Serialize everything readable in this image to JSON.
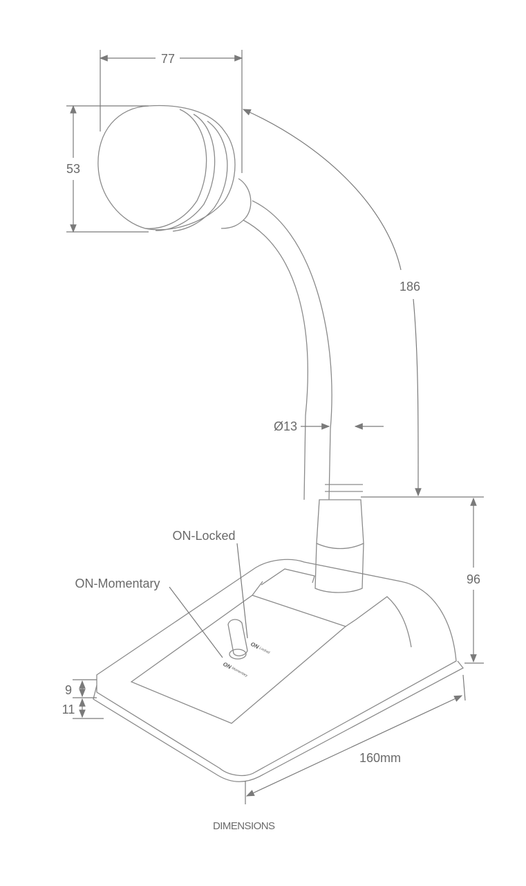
{
  "dimensions": {
    "head_width": "77",
    "head_height": "53",
    "gooseneck_length": "186",
    "gooseneck_diameter": "Ø13",
    "base_height": "96",
    "base_top_thickness": "9",
    "base_bottom_thickness": "11",
    "base_length": "160mm"
  },
  "callouts": {
    "on_locked": "ON-Locked",
    "on_momentary": "ON-Momentary"
  },
  "switch_labels": {
    "locked_on": "ON",
    "locked_sub": "Locked",
    "momentary_on": "ON",
    "momentary_sub": "Momentary"
  },
  "caption": "DIMENSIONS"
}
